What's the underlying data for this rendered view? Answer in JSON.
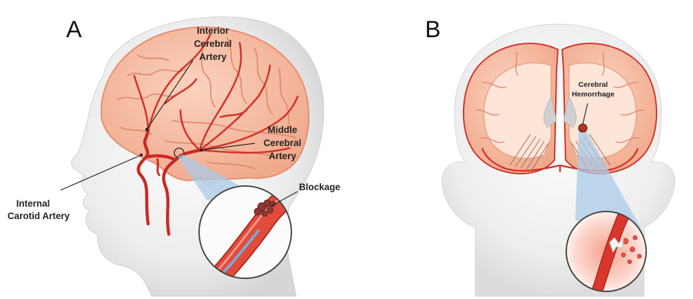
{
  "panels": {
    "a": {
      "letter": "A",
      "labels": {
        "interior_1": "Interior",
        "interior_2": "Cerebral",
        "interior_3": "Artery",
        "middle_1": "Middle",
        "middle_2": "Cerebral",
        "middle_3": "Artery",
        "internal_1": "Internal",
        "internal_2": "Carotid Artery",
        "blockage": "Blockage"
      }
    },
    "b": {
      "letter": "B",
      "labels": {
        "cerebral": "Cerebral",
        "hemorrhage": "Hemorrhage"
      }
    }
  },
  "colors": {
    "artery": "#d2332a",
    "brain": "#f7bea4",
    "head_shade": "#e6e6e6",
    "zoom_beam": "#a9cbe8"
  }
}
